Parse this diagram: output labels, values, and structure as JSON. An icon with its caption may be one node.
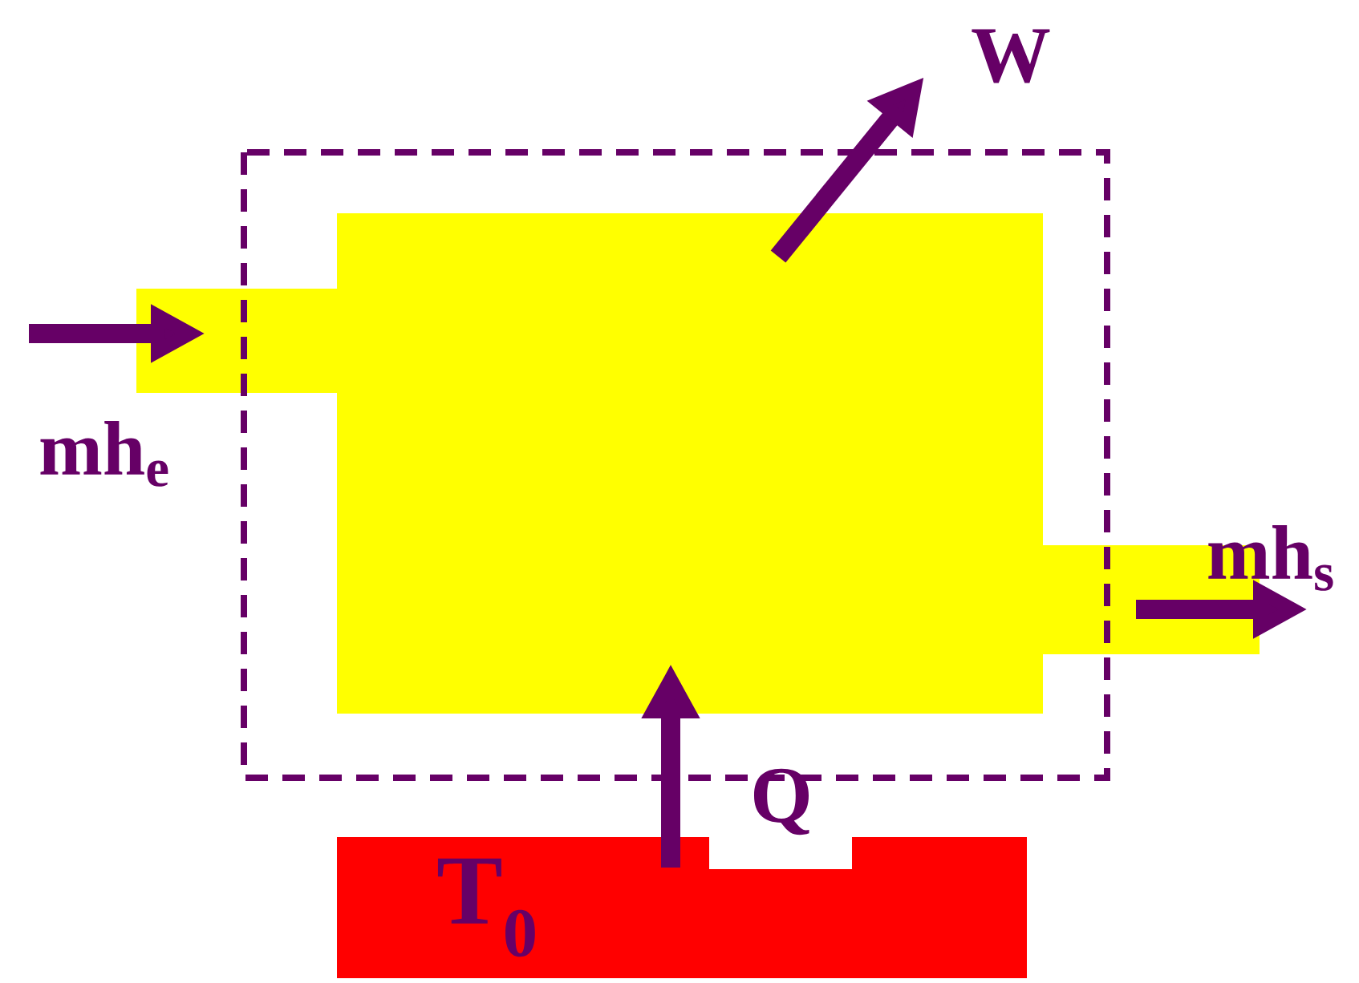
{
  "diagram": {
    "nodes": [
      {
        "text": [],
        "shape": "box"
      },
      {
        "text": [
          "T$_{0}$"
        ]
      }
    ],
    "edges": [
      {
        "from": null,
        "to": 0,
        "arrow": "to",
        "label": "mh$_{e}$"
      },
      {
        "from": 0,
        "to": null,
        "arrow": "to",
        "label": "W"
      },
      {
        "from": 0,
        "to": null,
        "arrow": "to",
        "label": "mh$_{s}$"
      },
      {
        "from": 1,
        "to": 0,
        "arrow": "to",
        "label": "Q"
      }
    ]
  }
}
